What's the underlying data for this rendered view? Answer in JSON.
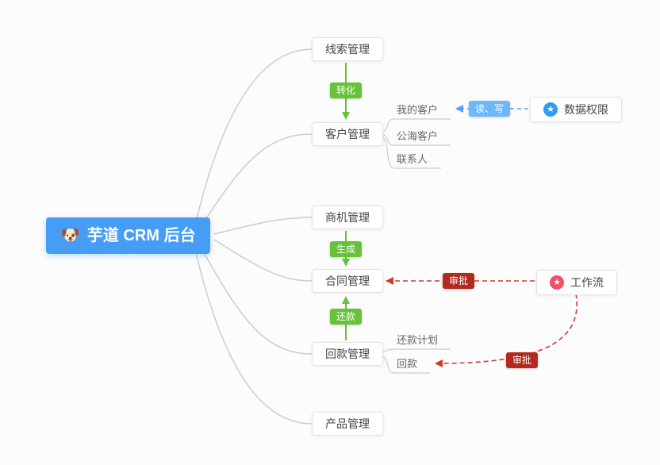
{
  "root": {
    "label": "芋道 CRM 后台",
    "icon": "dog-face"
  },
  "modules": {
    "lead": "线索管理",
    "customer": "客户管理",
    "opportunity": "商机管理",
    "contract": "合同管理",
    "receivable": "回款管理",
    "product": "产品管理"
  },
  "customer_children": {
    "mine": "我的客户",
    "pool": "公海客户",
    "contact": "联系人"
  },
  "receivable_children": {
    "plan": "还款计划",
    "payment": "回款"
  },
  "edge_labels": {
    "convert": "转化",
    "generate": "生成",
    "repay": "还款",
    "read_write": "读、写",
    "approve_contract": "审批",
    "approve_receivable": "审批"
  },
  "externals": {
    "data_permission": {
      "label": "数据权限",
      "icon": "star-icon-blue"
    },
    "workflow": {
      "label": "工作流",
      "icon": "star-icon-red"
    }
  },
  "colors": {
    "root_bg": "#459df5",
    "green": "#67c23a",
    "badge_blue": "#6cb8f8",
    "arrow_blue": "#4da3f7",
    "badge_red": "#b3281f",
    "arrow_red": "#cf3a2d",
    "wire_gray": "#cccccc"
  }
}
